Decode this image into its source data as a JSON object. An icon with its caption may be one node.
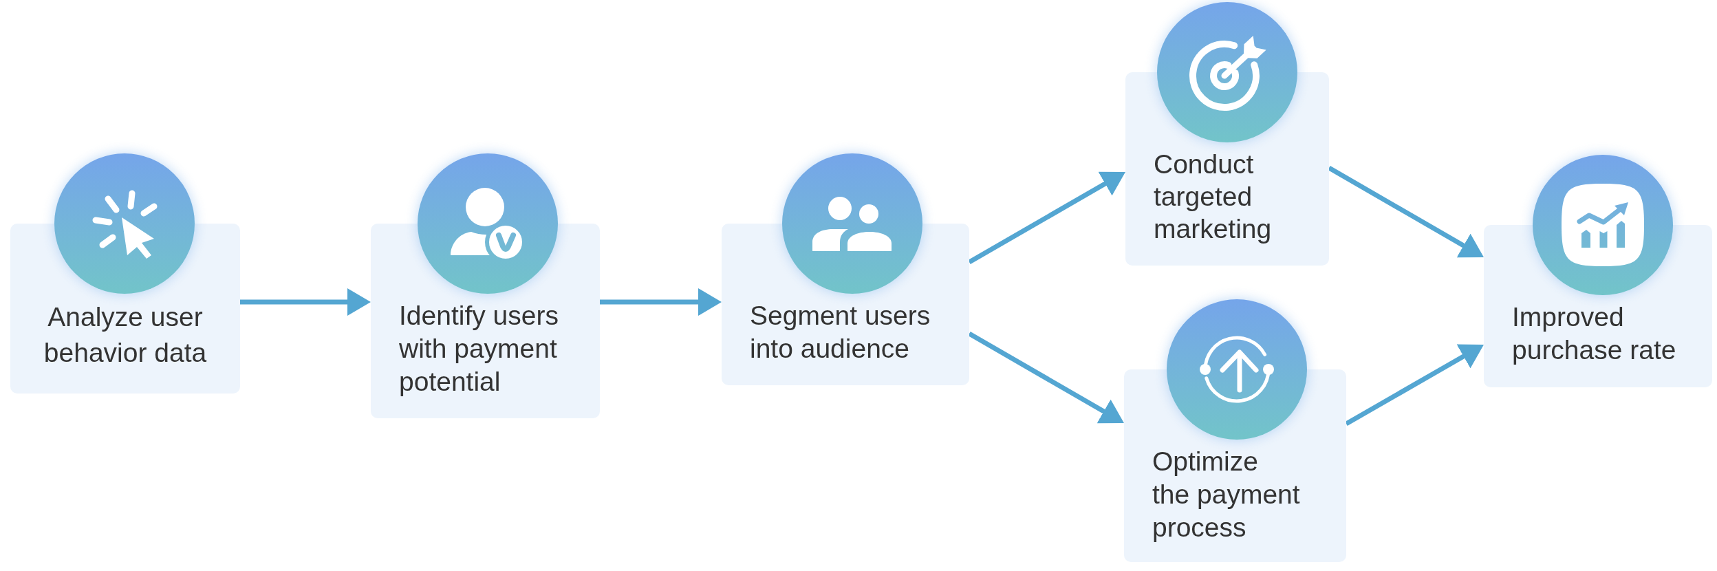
{
  "diagram": {
    "nodes": [
      {
        "text": [
          "Analyze user behavior data"
        ]
      },
      {
        "text": [
          "Identify users with payment potential"
        ]
      },
      {
        "text": [
          "Segment users into audience"
        ]
      },
      {
        "text": [
          "Conduct targeted marketing"
        ]
      },
      {
        "text": [
          "Optimize the payment process"
        ]
      },
      {
        "text": [
          "Improved purchase rate"
        ]
      }
    ],
    "edges": [
      {
        "from": 0,
        "to": 1,
        "arrow": "to"
      },
      {
        "from": 1,
        "to": 2,
        "arrow": "to"
      },
      {
        "from": 2,
        "to": 3,
        "arrow": "to"
      },
      {
        "from": 2,
        "to": 4,
        "arrow": "to"
      },
      {
        "from": 3,
        "to": 5,
        "arrow": "to"
      },
      {
        "from": 4,
        "to": 5,
        "arrow": "to"
      }
    ]
  }
}
